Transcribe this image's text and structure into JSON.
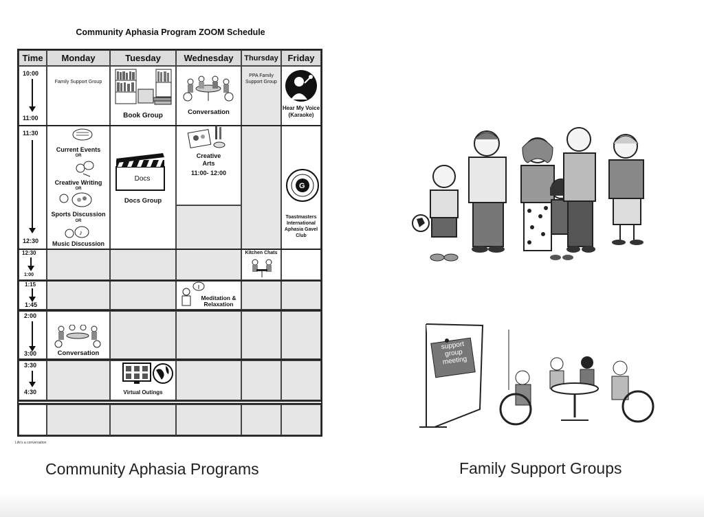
{
  "schedule": {
    "title": "Community Aphasia Program ZOOM Schedule",
    "headers": {
      "time": "Time",
      "monday": "Monday",
      "tuesday": "Tuesday",
      "wednesday": "Wednesday",
      "thursday": "Thursday",
      "friday": "Friday"
    },
    "times": {
      "t1000": "10:00",
      "t1100": "11:00",
      "t1130": "11:30",
      "t1230a": "12:30",
      "t1230b": "12:30",
      "t100": "1:00",
      "t115": "1:15",
      "t145": "1:45",
      "t200": "2:00",
      "t300": "3:00",
      "t330": "3:30",
      "t430": "4:30"
    },
    "events": {
      "family_support_monday": "Family Support Group",
      "book_group": "Book Group",
      "conversation_wed": "Conversation",
      "ppa_family_line1": "PPA Family",
      "ppa_family_line2": "Support Group",
      "hear_my_voice_line1": "Hear My Voice",
      "hear_my_voice_line2": "(Karaoke)",
      "current_events": "Current Events",
      "or1": "OR",
      "creative_writing": "Creative Writing",
      "or2": "OR",
      "sports_discussion": "Sports Discussion",
      "or3": "OR",
      "music_discussion": "Music Discussion",
      "docs_slate": "Docs",
      "docs_group": "Docs Group",
      "creative_arts_line1": "Creative",
      "creative_arts_line2": "Arts",
      "creative_arts_time": "11:00- 12:00",
      "toastmasters_line1": "Toastmasters",
      "toastmasters_line2": "International",
      "toastmasters_line3": "Aphasia Gavel",
      "toastmasters_line4": "Club",
      "kitchen_chats": "Kitchen Chats",
      "meditation_line1": "Meditation &",
      "meditation_line2": "Relaxation",
      "conversation_mon": "Conversation",
      "virtual_outings": "Virtual Outings"
    },
    "footer": "Life's a conversation"
  },
  "door_sign": {
    "line1": "support",
    "line2": "group",
    "line3": "meeting"
  },
  "captions": {
    "left": "Community Aphasia Programs",
    "right": "Family Support Groups"
  }
}
